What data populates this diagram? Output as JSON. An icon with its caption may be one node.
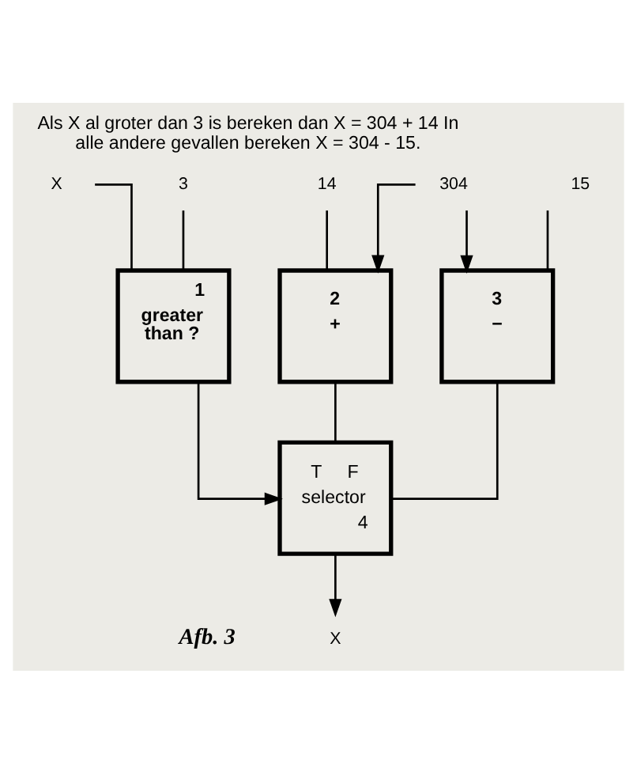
{
  "diagram": {
    "title": "Als X al groter dan 3 is bereken dan X = 304 + 14 In alle andere gevallen bereken X = 304 - 15.",
    "caption": "Afb. 3",
    "nodes": [
      {
        "text": [
          "X"
        ]
      },
      {
        "text": [
          "3"
        ]
      },
      {
        "text": [
          "14"
        ]
      },
      {
        "text": [
          "304"
        ]
      },
      {
        "text": [
          "15"
        ]
      },
      {
        "text": [
          "1",
          "greater than ?"
        ]
      },
      {
        "text": [
          "2",
          "+"
        ]
      },
      {
        "text": [
          "3",
          "−"
        ]
      },
      {
        "text": [
          "T",
          "F",
          "selector",
          "4"
        ]
      },
      {
        "text": [
          "X"
        ]
      }
    ],
    "edges": [
      {
        "from": 0,
        "to": 5,
        "arrow": "none"
      },
      {
        "from": 1,
        "to": 5,
        "arrow": "none"
      },
      {
        "from": 2,
        "to": 6,
        "arrow": "none"
      },
      {
        "from": 3,
        "to": 6,
        "arrow": "to"
      },
      {
        "from": 3,
        "to": 7,
        "arrow": "to"
      },
      {
        "from": 4,
        "to": 7,
        "arrow": "none"
      },
      {
        "from": 5,
        "to": 8,
        "arrow": "to"
      },
      {
        "from": 6,
        "to": 8,
        "arrow": "none"
      },
      {
        "from": 7,
        "to": 8,
        "arrow": "none"
      },
      {
        "from": 8,
        "to": 9,
        "arrow": "to"
      }
    ]
  }
}
